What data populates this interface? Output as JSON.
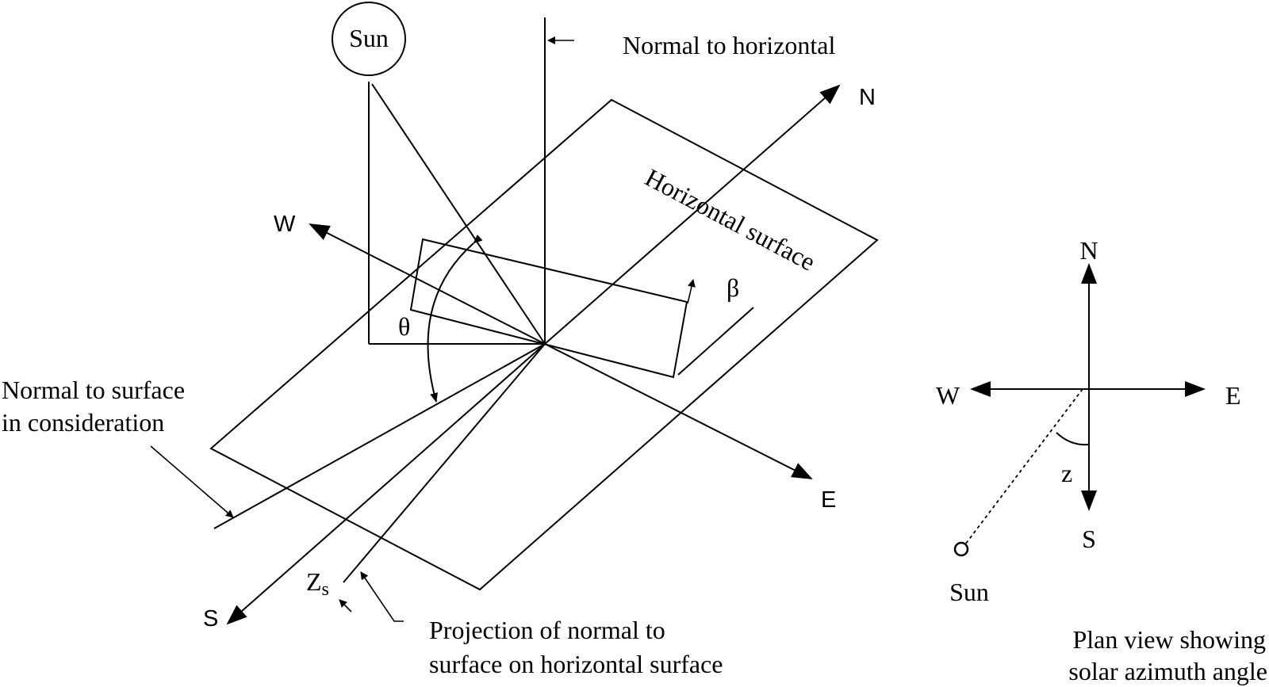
{
  "main_diagram": {
    "sun_label": "Sun",
    "normal_to_horizontal": "Normal to horizontal",
    "horizontal_surface": "Horizontal surface",
    "compass": {
      "north": "N",
      "west": "W",
      "east": "E",
      "south": "S"
    },
    "theta": "θ",
    "beta": "β",
    "zs_main": "Z",
    "zs_sub": "s",
    "normal_to_surface_line1": "Normal to surface",
    "normal_to_surface_line2": "in consideration",
    "projection_line1": "Projection of normal to",
    "projection_line2": "surface on horizontal surface"
  },
  "plan_view": {
    "compass": {
      "north": "N",
      "west": "W",
      "east": "E",
      "south": "S"
    },
    "azimuth_symbol": "z",
    "sun_label": "Sun",
    "caption_line1": "Plan view showing",
    "caption_line2": "solar azimuth angle"
  }
}
